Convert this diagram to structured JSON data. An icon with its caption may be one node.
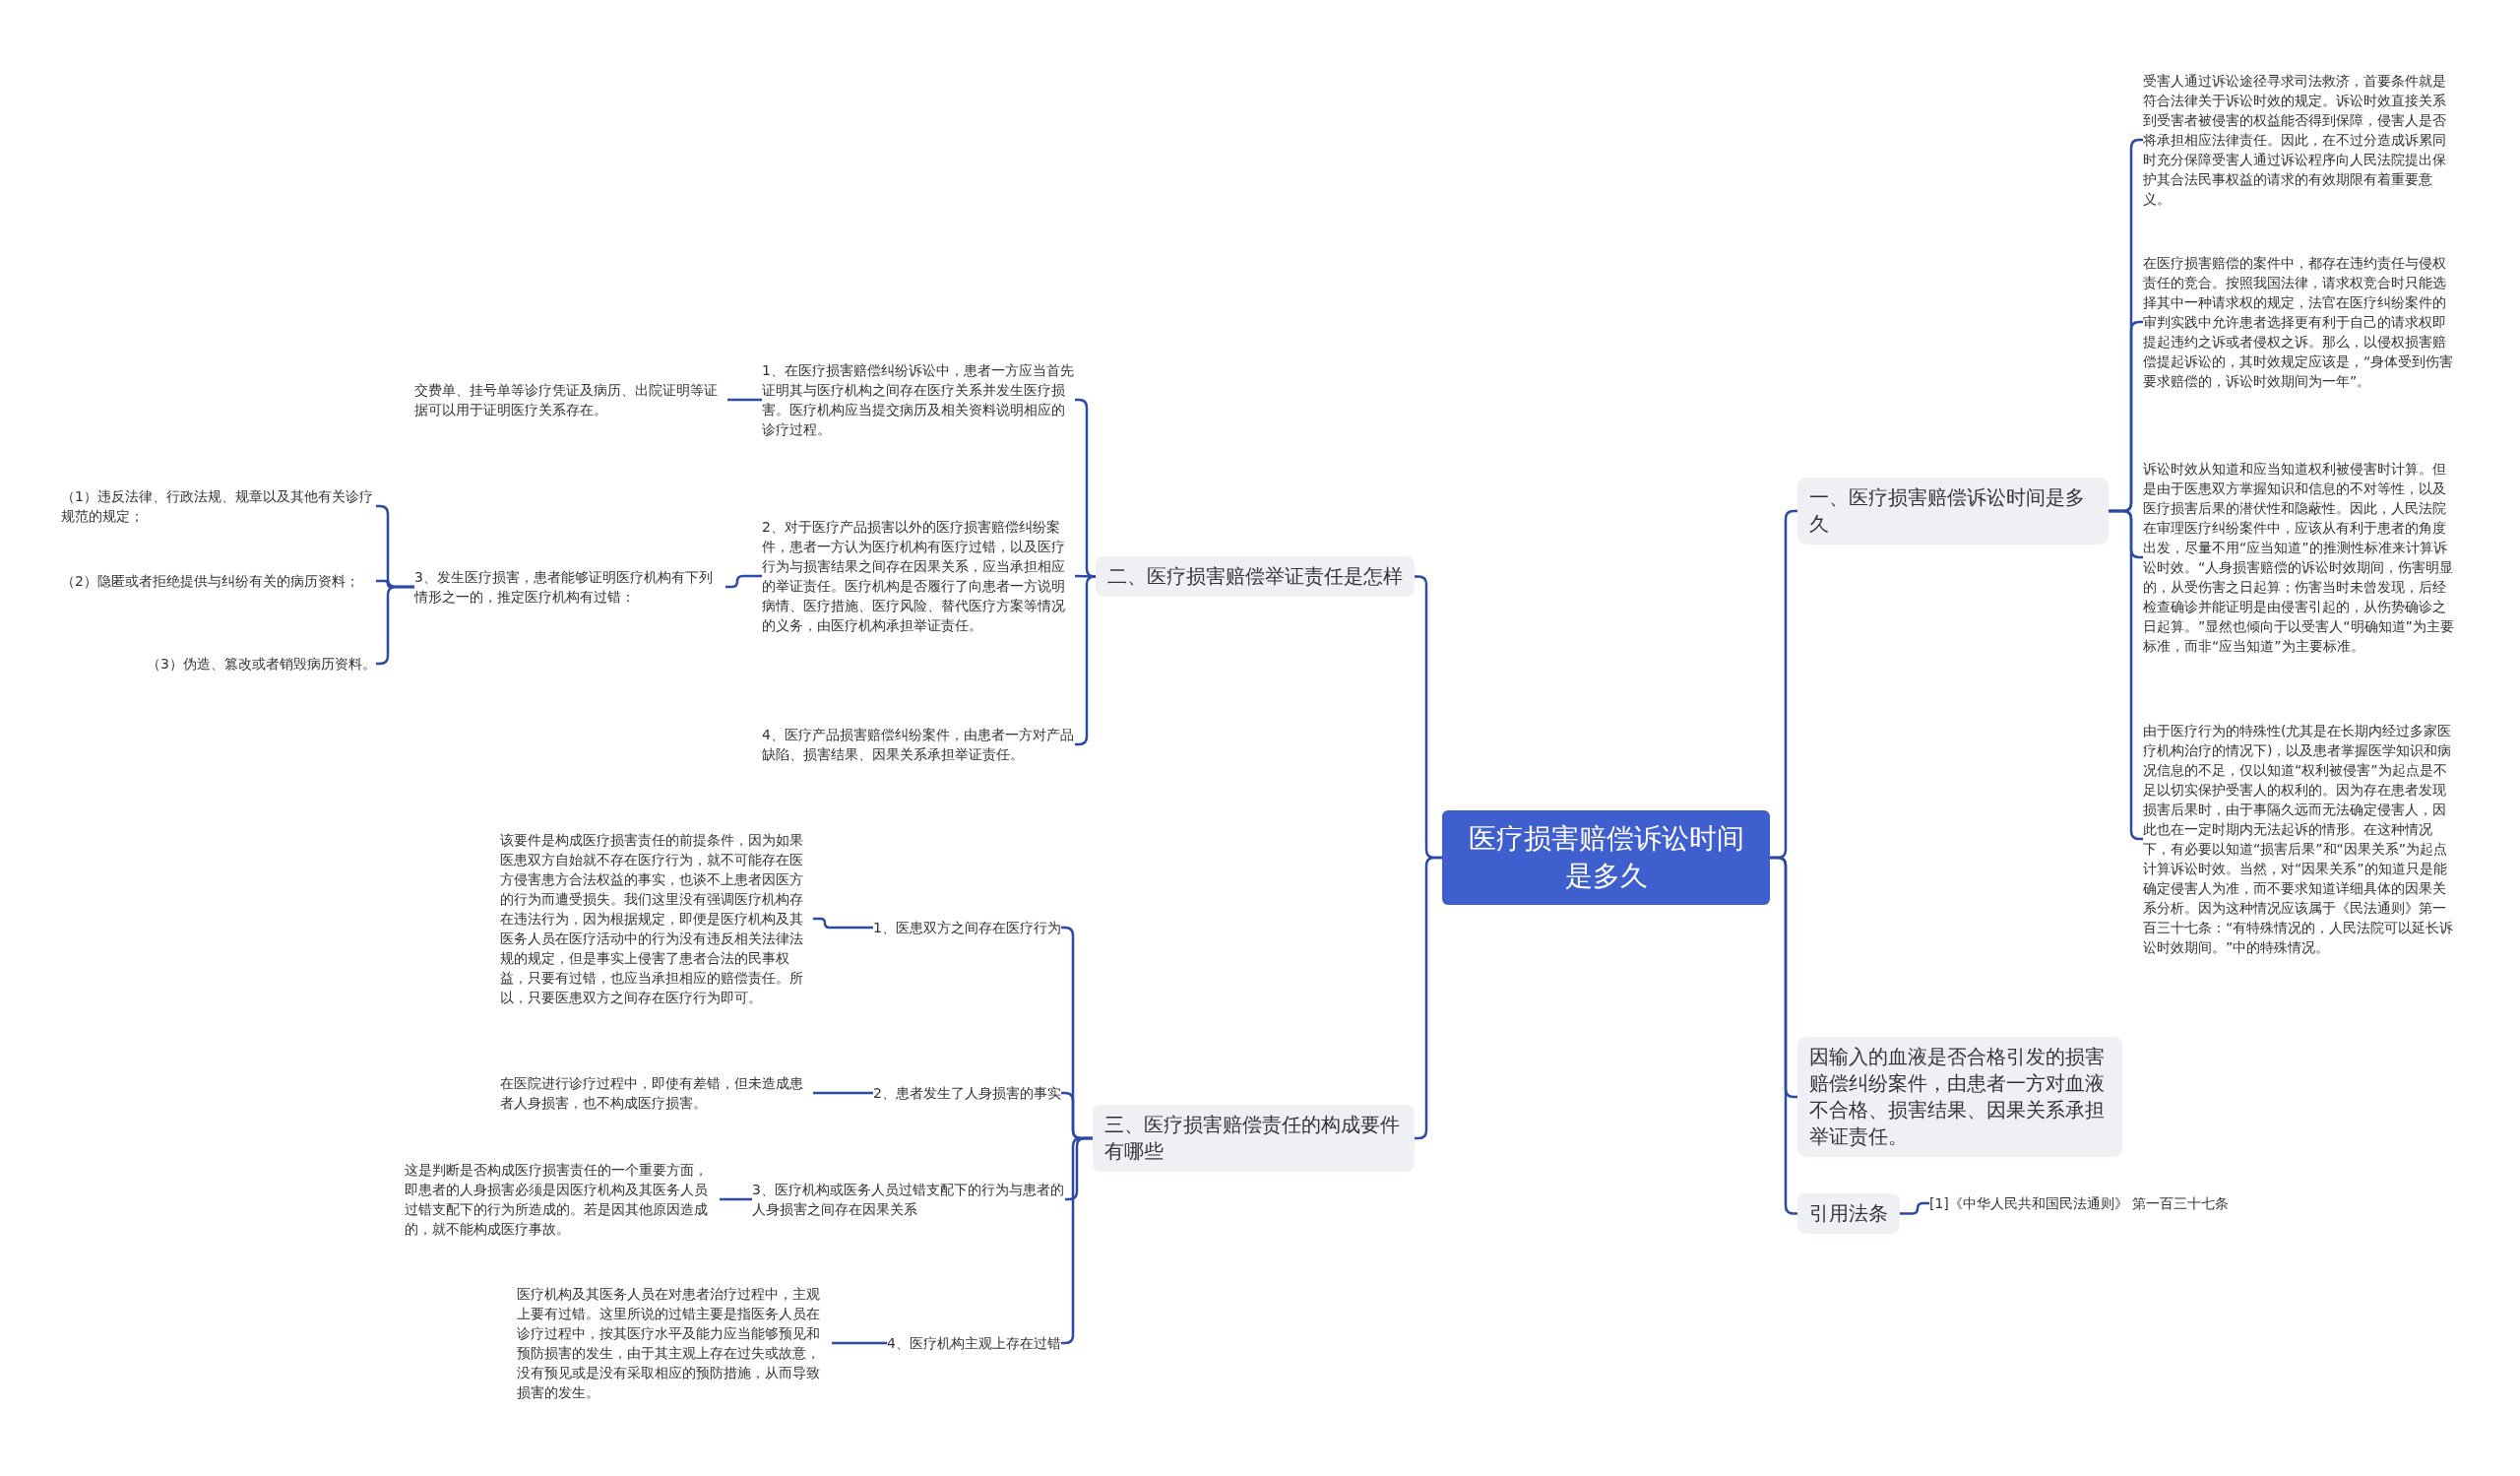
{
  "diagram": {
    "nodes": [
      {
        "text": [
          "医疗损害赔偿诉讼时间是多久"
        ]
      },
      {
        "text": [
          "一、医疗损害赔偿诉讼时间是多久"
        ]
      },
      {
        "text": [
          "受害人通过诉讼途径寻求司法救济，首要条件就是符合法律关于诉讼时效的规定。诉讼时效直接关系到受害者被侵害的权益能否得到保障，侵害人是否将承担相应法律责任。因此，在不过分造成诉累同时充分保障受害人通过诉讼程序向人民法院提出保护其合法民事权益的请求的有效期限有着重要意义。"
        ]
      },
      {
        "text": [
          "在医疗损害赔偿的案件中，都存在违约责任与侵权责任的竞合。按照我国法律，请求权竞合时只能选择其中一种请求权的规定，法官在医疗纠纷案件的审判实践中允许患者选择更有利于自己的请求权即提起违约之诉或者侵权之诉。那么，以侵权损害赔偿提起诉讼的，其时效规定应该是，“身体受到伤害要求赔偿的，诉讼时效期间为一年”。"
        ]
      },
      {
        "text": [
          "诉讼时效从知道和应当知道权利被侵害时计算。但是由于医患双方掌握知识和信息的不对等性，以及医疗损害后果的潜伏性和隐蔽性。因此，人民法院在审理医疗纠纷案件中，应该从有利于患者的角度出发，尽量不用“应当知道”的推测性标准来计算诉讼时效。“人身损害赔偿的诉讼时效期间，伤害明显的，从受伤害之日起算；伤害当时未曾发现，后经检查确诊并能证明是由侵害引起的，从伤势确诊之日起算。”显然也倾向于以受害人“明确知道”为主要标准，而非“应当知道”为主要标准。"
        ]
      },
      {
        "text": [
          "由于医疗行为的特殊性(尤其是在长期内经过多家医疗机构治疗的情况下)，以及患者掌握医学知识和病况信息的不足，仅以知道“权利被侵害”为起点是不足以切实保护受害人的权利的。因为存在患者发现损害后果时，由于事隔久远而无法确定侵害人，因此也在一定时期内无法起诉的情形。在这种情况下，有必要以知道“损害后果”和“因果关系”为起点计算诉讼时效。当然，对“因果关系”的知道只是能确定侵害人为准，而不要求知道详细具体的因果关系分析。因为这种情况应该属于《民法通则》第一百三十七条：“有特殊情况的，人民法院可以延长诉讼时效期间。”中的特殊情况。"
        ]
      },
      {
        "text": [
          "因输入的血液是否合格引发的损害赔偿纠纷案件，由患者一方对血液不合格、损害结果、因果关系承担举证责任。"
        ]
      },
      {
        "text": [
          "引用法条"
        ]
      },
      {
        "text": [
          "[1]《中华人民共和国民法通则》 第一百三十七条"
        ]
      },
      {
        "text": [
          "二、医疗损害赔偿举证责任是怎样"
        ]
      },
      {
        "text": [
          "1、在医疗损害赔偿纠纷诉讼中，患者一方应当首先证明其与医疗机构之间存在医疗关系并发生医疗损害。医疗机构应当提交病历及相关资料说明相应的诊疗过程。"
        ]
      },
      {
        "text": [
          "交费单、挂号单等诊疗凭证及病历、出院证明等证据可以用于证明医疗关系存在。"
        ]
      },
      {
        "text": [
          "2、对于医疗产品损害以外的医疗损害赔偿纠纷案件，患者一方认为医疗机构有医疗过错，以及医疗行为与损害结果之间存在因果关系，应当承担相应的举证责任。医疗机构是否履行了向患者一方说明病情、医疗措施、医疗风险、替代医疗方案等情况的义务，由医疗机构承担举证责任。"
        ]
      },
      {
        "text": [
          "3、发生医疗损害，患者能够证明医疗机构有下列情形之一的，推定医疗机构有过错："
        ]
      },
      {
        "text": [
          "（1）违反法律、行政法规、规章以及其他有关诊疗规范的规定；"
        ]
      },
      {
        "text": [
          "（2）隐匿或者拒绝提供与纠纷有关的病历资料；"
        ]
      },
      {
        "text": [
          "（3）伪造、篡改或者销毁病历资料。"
        ]
      },
      {
        "text": [
          "4、医疗产品损害赔偿纠纷案件，由患者一方对产品缺陷、损害结果、因果关系承担举证责任。"
        ]
      },
      {
        "text": [
          "三、医疗损害赔偿责任的构成要件有哪些"
        ]
      },
      {
        "text": [
          "1、医患双方之间存在医疗行为"
        ]
      },
      {
        "text": [
          "该要件是构成医疗损害责任的前提条件，因为如果医患双方自始就不存在医疗行为，就不可能存在医方侵害患方合法权益的事实，也谈不上患者因医方的行为而遭受损失。我们这里没有强调医疗机构存在违法行为，因为根据规定，即便是医疗机构及其医务人员在医疗活动中的行为没有违反相关法律法规的规定，但是事实上侵害了患者合法的民事权益，只要有过错，也应当承担相应的赔偿责任。所以，只要医患双方之间存在医疗行为即可。"
        ]
      },
      {
        "text": [
          "2、患者发生了人身损害的事实"
        ]
      },
      {
        "text": [
          "在医院进行诊疗过程中，即使有差错，但未造成患者人身损害，也不构成医疗损害。"
        ]
      },
      {
        "text": [
          "3、医疗机构或医务人员过错支配下的行为与患者的人身损害之间存在因果关系"
        ]
      },
      {
        "text": [
          "这是判断是否构成医疗损害责任的一个重要方面，即患者的人身损害必须是因医疗机构及其医务人员过错支配下的行为所造成的。若是因其他原因造成的，就不能构成医疗事故。"
        ]
      },
      {
        "text": [
          "4、医疗机构主观上存在过错"
        ]
      },
      {
        "text": [
          "医疗机构及其医务人员在对患者治疗过程中，主观上要有过错。这里所说的过错主要是指医务人员在诊疗过程中，按其医疗水平及能力应当能够预见和预防损害的发生，由于其主观上存在过失或故意，没有预见或是没有采取相应的预防措施，从而导致损害的发生。"
        ]
      }
    ],
    "edges": [
      {
        "from": 0,
        "to": 1,
        "arrow": "none"
      },
      {
        "from": 1,
        "to": 2,
        "arrow": "none"
      },
      {
        "from": 1,
        "to": 3,
        "arrow": "none"
      },
      {
        "from": 1,
        "to": 4,
        "arrow": "none"
      },
      {
        "from": 1,
        "to": 5,
        "arrow": "none"
      },
      {
        "from": 0,
        "to": 6,
        "arrow": "none"
      },
      {
        "from": 0,
        "to": 7,
        "arrow": "none"
      },
      {
        "from": 7,
        "to": 8,
        "arrow": "none"
      },
      {
        "from": 0,
        "to": 9,
        "arrow": "none"
      },
      {
        "from": 9,
        "to": 10,
        "arrow": "none"
      },
      {
        "from": 10,
        "to": 11,
        "arrow": "none"
      },
      {
        "from": 9,
        "to": 12,
        "arrow": "none"
      },
      {
        "from": 12,
        "to": 13,
        "arrow": "none"
      },
      {
        "from": 13,
        "to": 14,
        "arrow": "none"
      },
      {
        "from": 13,
        "to": 15,
        "arrow": "none"
      },
      {
        "from": 13,
        "to": 16,
        "arrow": "none"
      },
      {
        "from": 9,
        "to": 17,
        "arrow": "none"
      },
      {
        "from": 0,
        "to": 18,
        "arrow": "none"
      },
      {
        "from": 18,
        "to": 19,
        "arrow": "none"
      },
      {
        "from": 19,
        "to": 20,
        "arrow": "none"
      },
      {
        "from": 18,
        "to": 21,
        "arrow": "none"
      },
      {
        "from": 21,
        "to": 22,
        "arrow": "none"
      },
      {
        "from": 18,
        "to": 23,
        "arrow": "none"
      },
      {
        "from": 23,
        "to": 24,
        "arrow": "none"
      },
      {
        "from": 18,
        "to": 25,
        "arrow": "none"
      },
      {
        "from": 25,
        "to": 26,
        "arrow": "none"
      }
    ]
  }
}
